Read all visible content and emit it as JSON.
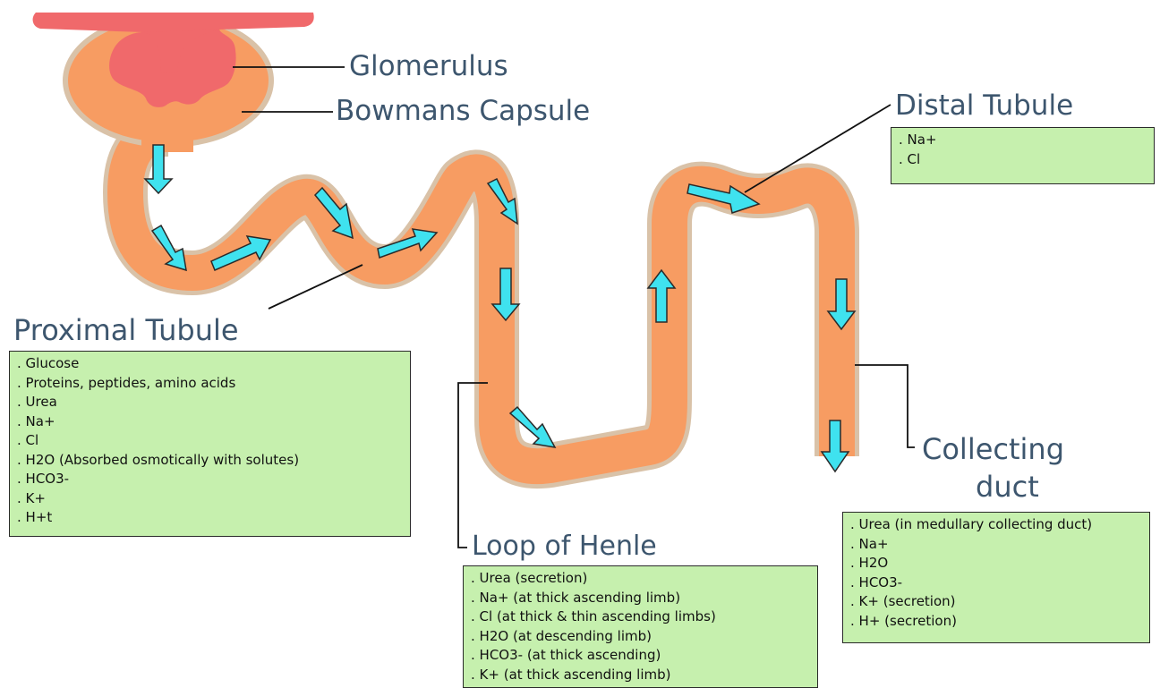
{
  "labels": {
    "glomerulus": "Glomerulus",
    "bowmans_capsule": "Bowmans Capsule",
    "distal_tubule": "Distal Tubule",
    "proximal_tubule": "Proximal Tubule",
    "loop_of_henle": "Loop of Henle",
    "collecting_duct_line1": "Collecting",
    "collecting_duct_line2": "duct"
  },
  "boxes": {
    "distal": [
      "Na+",
      "Cl"
    ],
    "proximal": [
      "Glucose",
      "Proteins, peptides, amino acids",
      "Urea",
      "Na+",
      "Cl",
      "H2O (Absorbed osmotically with solutes)",
      "HCO3-",
      "K+",
      "H+t"
    ],
    "henle": [
      "Urea (secretion)",
      "Na+ (at thick ascending limb)",
      "Cl (at thick & thin ascending limbs)",
      "H2O (at descending limb)",
      "HCO3- (at thick ascending)",
      "K+ (at thick ascending limb)"
    ],
    "collecting": [
      "Urea (in medullary collecting duct)",
      "Na+",
      "H2O",
      "HCO3-",
      "K+ (secretion)",
      "H+ (secretion)"
    ]
  },
  "colors": {
    "tubule_fill": "#f79c62",
    "tubule_wall": "#d9c2a8",
    "glomerulus": "#f0696b",
    "arrow": "#3fe2ef",
    "box_fill": "#c6f0ae",
    "label_text": "#3d566e"
  }
}
